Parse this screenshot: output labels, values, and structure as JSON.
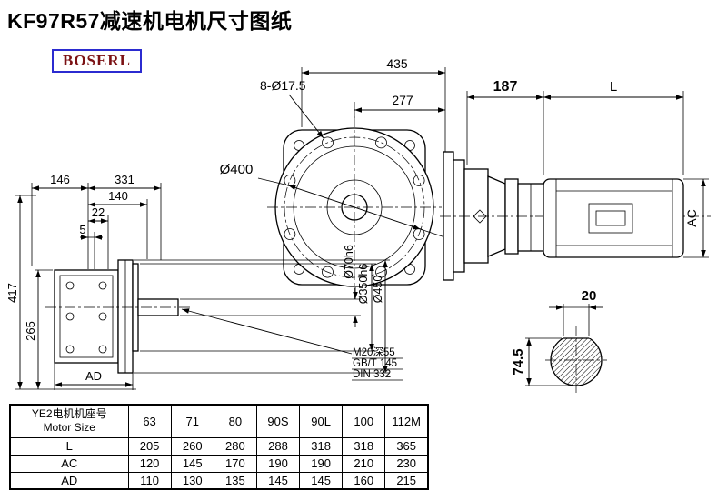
{
  "page": {
    "title": "KF97R57减速机电机尺寸图纸",
    "logo_text": "BOSERL",
    "colors": {
      "line": "#000000",
      "logo_text": "#7b1113",
      "logo_border": "#2b2bd0",
      "background": "#ffffff"
    }
  },
  "front_view": {
    "dim_width_total": "435",
    "dim_bolt_holes": "8-Ø17.5",
    "dim_offset": "277",
    "dim_flange": "Ø400"
  },
  "motor_view": {
    "dim_gearbox_len": "187",
    "dim_motor_len": "L",
    "dim_motor_dia": "AC"
  },
  "side_view": {
    "dim_146": "146",
    "dim_331": "331",
    "dim_140": "140",
    "dim_22": "22",
    "dim_5": "5",
    "dim_417": "417",
    "dim_265": "265",
    "dim_ad": "AD",
    "label_shaft": "Ø70h6",
    "label_spigot": "Ø350h6",
    "label_flange": "Ø450",
    "note_tap": "M20深55",
    "note_gb": "GB/T 145",
    "note_din": "DIN 332"
  },
  "shaft_section": {
    "dim_key_width": "20",
    "dim_depth": "74.5"
  },
  "table": {
    "header_line1": "YE2电机机座号",
    "header_line2": "Motor Size",
    "sizes": [
      "63",
      "71",
      "80",
      "90S",
      "90L",
      "100",
      "112M"
    ],
    "rows": [
      {
        "label": "L",
        "values": [
          "205",
          "260",
          "280",
          "288",
          "318",
          "318",
          "365"
        ]
      },
      {
        "label": "AC",
        "values": [
          "120",
          "145",
          "170",
          "190",
          "190",
          "210",
          "230"
        ]
      },
      {
        "label": "AD",
        "values": [
          "110",
          "130",
          "135",
          "145",
          "145",
          "160",
          "215"
        ]
      }
    ]
  }
}
